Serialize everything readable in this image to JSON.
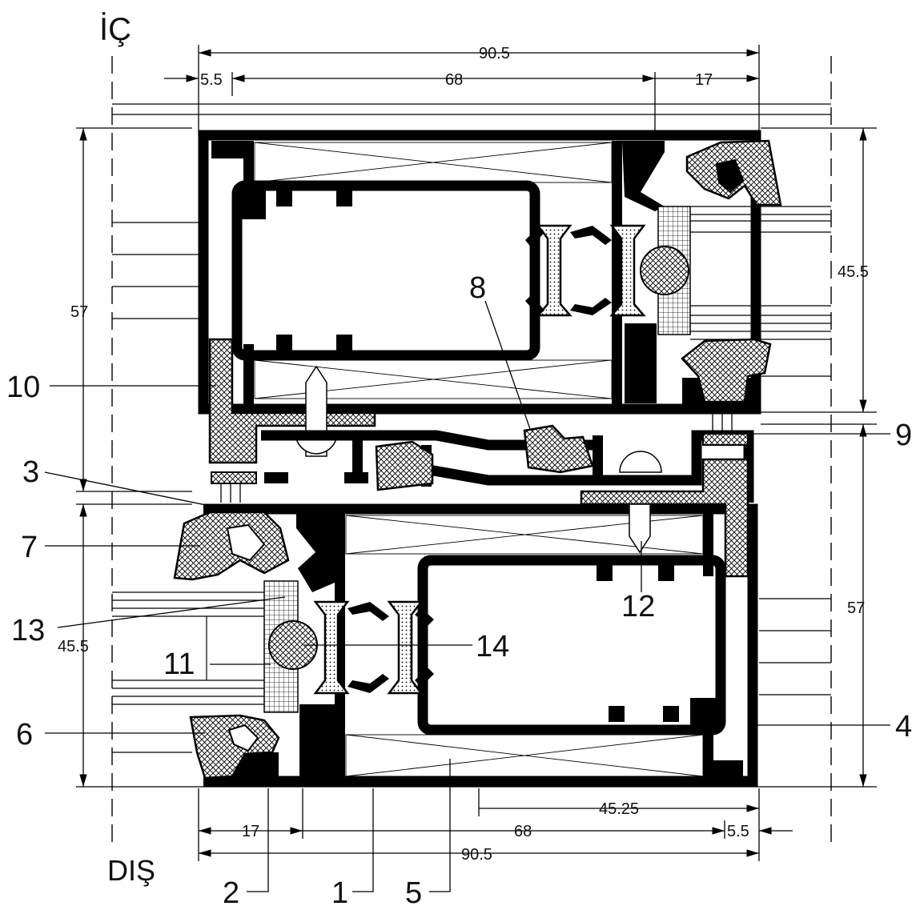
{
  "labels": {
    "inside": "İÇ",
    "outside": "DIŞ"
  },
  "dimensions": {
    "top_total": "90.5",
    "top_left": "5.5",
    "top_mid": "68",
    "top_right": "17",
    "bottom_left": "17",
    "bottom_mid": "68",
    "bottom_right": "5.5",
    "bottom_total": "90.5",
    "bottom_inner": "45.25",
    "left_upper_height": "57",
    "left_lower_glass": "45.5",
    "right_upper_glass": "45.5",
    "right_lower_height": "57"
  },
  "callouts": [
    "1",
    "2",
    "3",
    "4",
    "5",
    "6",
    "7",
    "8",
    "9",
    "10",
    "11",
    "12",
    "13",
    "14"
  ]
}
